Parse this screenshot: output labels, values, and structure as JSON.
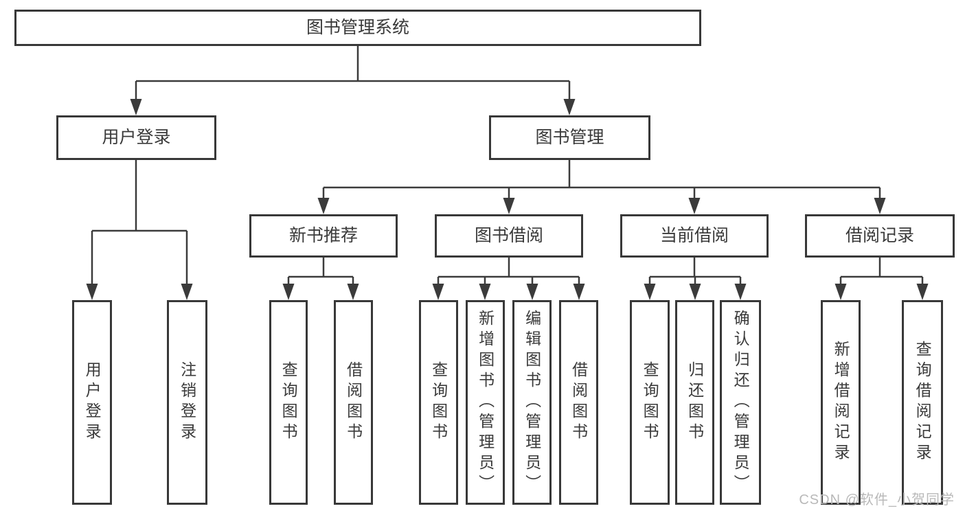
{
  "nodes": {
    "root": {
      "label": "图书管理系统"
    },
    "user_login": {
      "label": "用户登录"
    },
    "book_mgmt": {
      "label": "图书管理"
    },
    "new_book_rec": {
      "label": "新书推荐"
    },
    "book_borrow": {
      "label": "图书借阅"
    },
    "current_borrow": {
      "label": "当前借阅"
    },
    "borrow_record": {
      "label": "借阅记录"
    },
    "leaves": {
      "user_login": {
        "label": "用户登录"
      },
      "logout": {
        "label": "注销登录"
      },
      "nbr_query_book": {
        "label": "查询图书"
      },
      "nbr_borrow_book": {
        "label": "借阅图书"
      },
      "bb_query_book": {
        "label": "查询图书"
      },
      "bb_add_book": {
        "label": "新增图书（管理员）"
      },
      "bb_edit_book": {
        "label": "编辑图书（管理员）"
      },
      "bb_borrow_book": {
        "label": "借阅图书"
      },
      "cb_query_book": {
        "label": "查询图书"
      },
      "cb_return_book": {
        "label": "归还图书"
      },
      "cb_confirm_return": {
        "label": "确认归还（管理员）"
      },
      "br_add_record": {
        "label": "新增借阅记录"
      },
      "br_query_record": {
        "label": "查询借阅记录"
      }
    }
  },
  "hierarchy": {
    "图书管理系统": {
      "用户登录": [
        "用户登录",
        "注销登录"
      ],
      "图书管理": {
        "新书推荐": [
          "查询图书",
          "借阅图书"
        ],
        "图书借阅": [
          "查询图书",
          "新增图书（管理员）",
          "编辑图书（管理员）",
          "借阅图书"
        ],
        "当前借阅": [
          "查询图书",
          "归还图书",
          "确认归还（管理员）"
        ],
        "借阅记录": [
          "新增借阅记录",
          "查询借阅记录"
        ]
      }
    }
  },
  "watermark": {
    "text": "CSDN @软件_小贺同学"
  },
  "colors": {
    "line": "#3b3b3b",
    "box_border": "#383838",
    "text": "#3a3a3a",
    "watermark": "#b9b9b9",
    "background": "#ffffff"
  }
}
